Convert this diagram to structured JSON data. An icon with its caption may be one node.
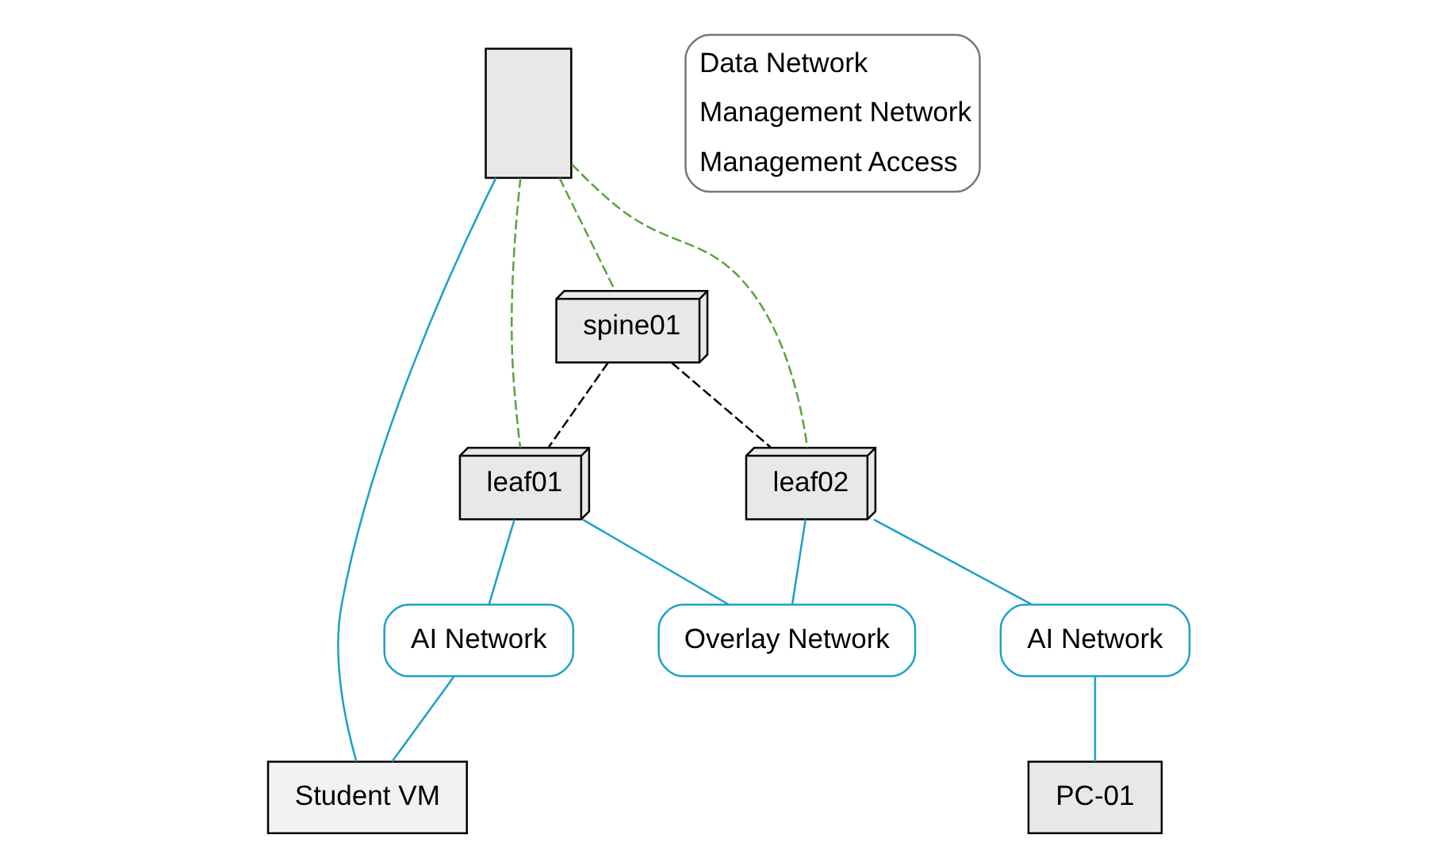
{
  "diagram": {
    "nodes": [
      {
        "text": [
          "spine01"
        ]
      },
      {
        "text": [],
        "shape": "box"
      },
      {
        "text": [
          "leaf01"
        ]
      },
      {
        "text": [
          "leaf02"
        ]
      },
      {
        "text": [
          "Overlay Network"
        ]
      },
      {
        "text": [
          "AI Network"
        ]
      },
      {
        "text": [
          "AI Network"
        ]
      },
      {
        "text": [
          "Student VM"
        ]
      },
      {
        "text": [
          "PC-01"
        ]
      }
    ],
    "edges": [
      {
        "from": 0,
        "to": 2,
        "arrow": "none",
        "style": "dashed",
        "color": "#000000"
      },
      {
        "from": 0,
        "to": 3,
        "arrow": "none",
        "style": "dashed",
        "color": "#000000"
      },
      {
        "from": 1,
        "to": 0,
        "arrow": "none",
        "style": "dashed",
        "color": "#5aa33c"
      },
      {
        "from": 1,
        "to": 2,
        "arrow": "none",
        "style": "dashed",
        "color": "#5aa33c"
      },
      {
        "from": 1,
        "to": 3,
        "arrow": "none",
        "style": "dashed",
        "color": "#5aa33c"
      },
      {
        "from": 2,
        "to": 4,
        "arrow": "none"
      },
      {
        "from": 3,
        "to": 4,
        "arrow": "none"
      },
      {
        "from": 2,
        "to": 5,
        "arrow": "none"
      },
      {
        "from": 3,
        "to": 6,
        "arrow": "none"
      },
      {
        "from": 5,
        "to": 7,
        "arrow": "none"
      },
      {
        "from": 6,
        "to": 8,
        "arrow": "none"
      },
      {
        "from": 1,
        "to": 7,
        "arrow": "none"
      }
    ],
    "legend": [
      {
        "text": "Data Network"
      },
      {
        "text": "Management Network"
      },
      {
        "text": "Management Access"
      }
    ]
  }
}
